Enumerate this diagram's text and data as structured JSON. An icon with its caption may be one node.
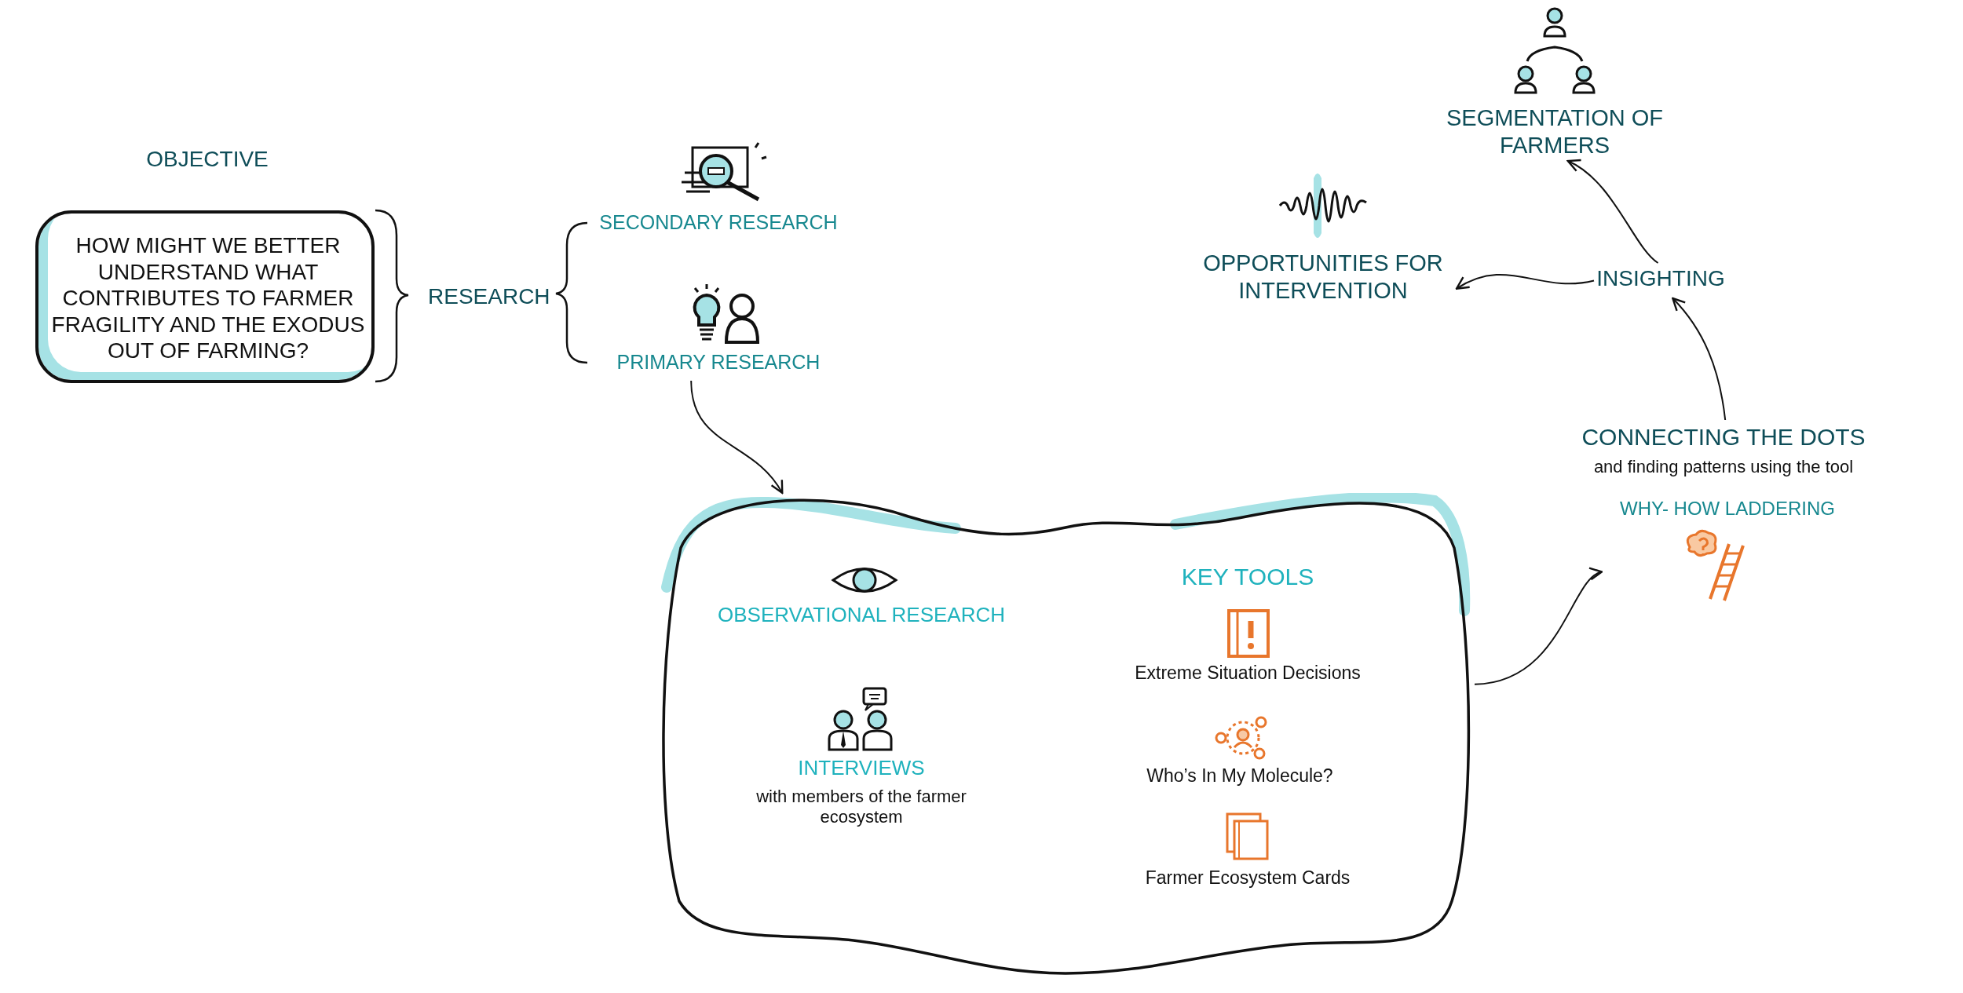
{
  "diagram": {
    "nodes": [
      {
        "text": [
          "OBJECTIVE",
          "HOW MIGHT WE BETTER UNDERSTAND WHAT CONTRIBUTES TO FARMER FRAGILITY AND THE EXODUS OUT OF FARMING?"
        ]
      },
      {
        "text": [
          "RESEARCH"
        ]
      },
      {
        "text": [
          "SECONDARY RESEARCH"
        ]
      },
      {
        "text": [
          "PRIMARY  RESEARCH"
        ]
      },
      {
        "text": [
          "OBSERVATIONAL RESEARCH",
          "INTERVIEWS",
          "with members of the farmer ecosystem",
          "KEY TOOLS",
          "Extreme Situation Decisions",
          "Who’s In My Molecule?",
          "Farmer Ecosystem Cards"
        ]
      },
      {
        "text": [
          "CONNECTING THE DOTS",
          "and finding patterns using the tool"
        ]
      },
      {
        "text": [
          "WHY- HOW LADDERING"
        ]
      },
      {
        "text": [
          "INSIGHTING"
        ]
      },
      {
        "text": [
          "OPPORTUNITIES FOR INTERVENTION"
        ]
      },
      {
        "text": [
          "SEGMENTATION OF FARMERS"
        ]
      }
    ],
    "edges": [
      {
        "from": 3,
        "to": 4,
        "arrow": "to"
      },
      {
        "from": 4,
        "to": 6,
        "arrow": "to"
      },
      {
        "from": 5,
        "to": 7,
        "arrow": "to"
      },
      {
        "from": 7,
        "to": 8,
        "arrow": "to"
      },
      {
        "from": 7,
        "to": 9,
        "arrow": "to"
      }
    ]
  }
}
